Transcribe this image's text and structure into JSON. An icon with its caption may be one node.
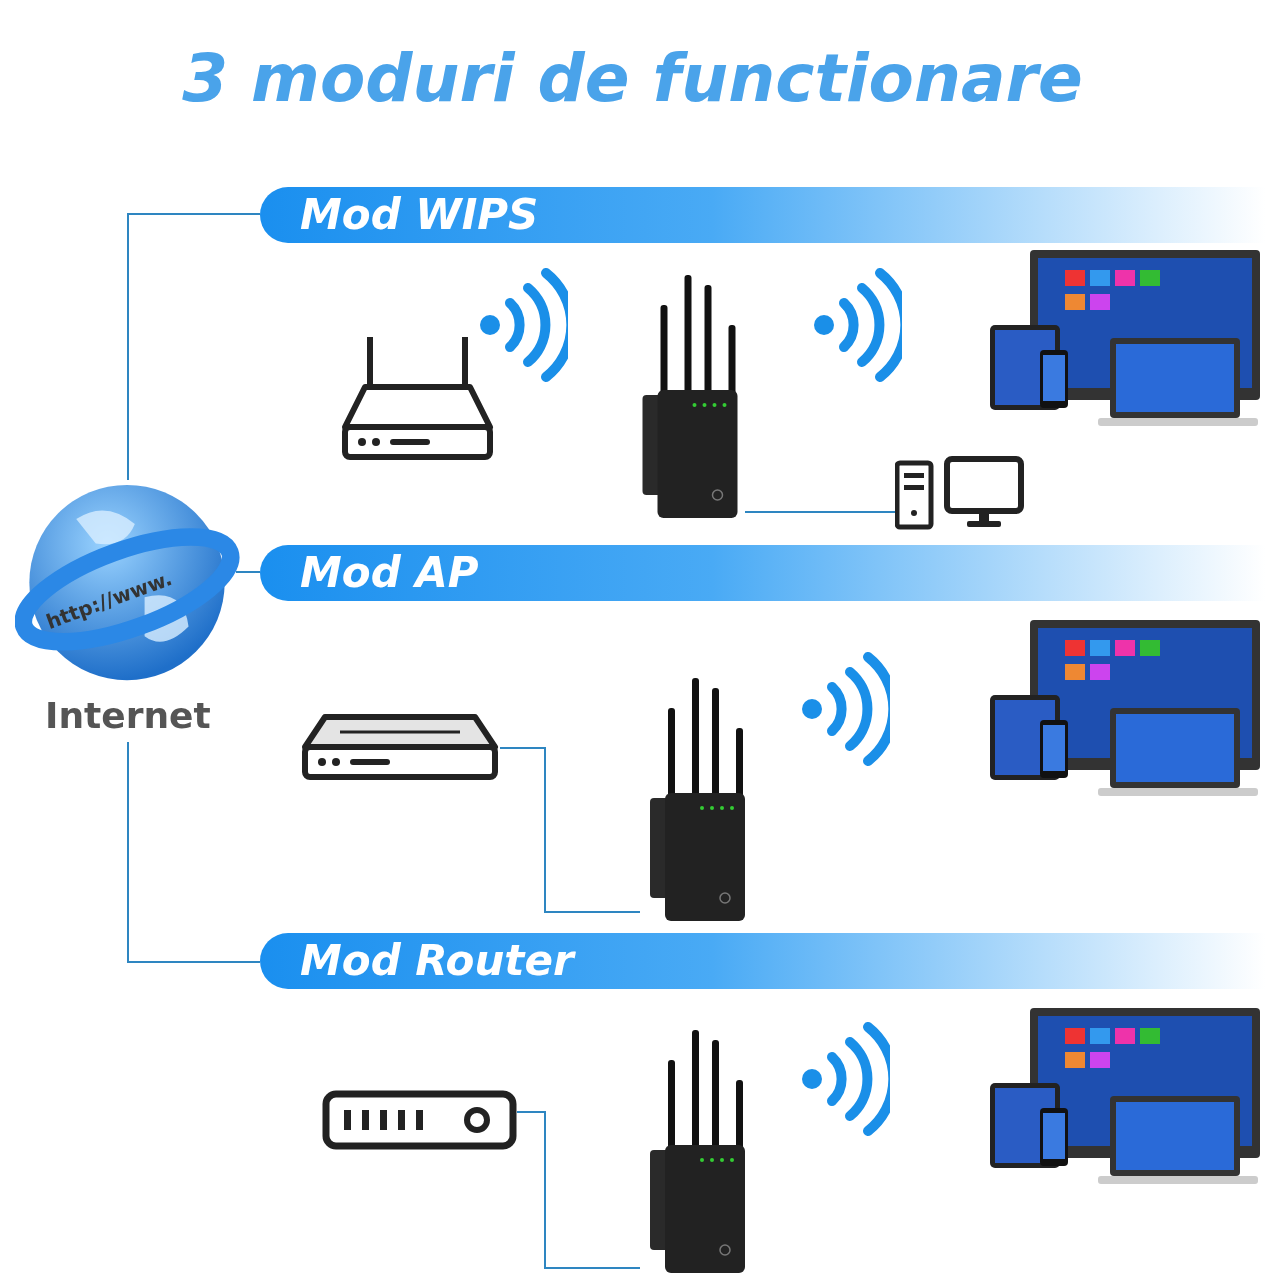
{
  "diagram": {
    "title": "3 moduri de functionare",
    "nodes": [
      {
        "text": [
          "http://www.",
          "Internet"
        ]
      },
      {
        "text": [
          "Mod WIPS"
        ]
      },
      {
        "text": [],
        "shape": "picture"
      },
      {
        "text": [],
        "shape": "picture"
      },
      {
        "text": [],
        "shape": "picture"
      },
      {
        "text": [],
        "shape": "picture"
      },
      {
        "text": [
          "Mod AP"
        ]
      },
      {
        "text": [],
        "shape": "picture"
      },
      {
        "text": [],
        "shape": "picture"
      },
      {
        "text": [],
        "shape": "picture"
      },
      {
        "text": [
          "Mod Router"
        ]
      },
      {
        "text": [],
        "shape": "picture"
      },
      {
        "text": [],
        "shape": "picture"
      },
      {
        "text": [],
        "shape": "picture"
      }
    ],
    "edges": [
      {
        "from": 0,
        "to": 1,
        "arrow": "none"
      },
      {
        "from": 0,
        "to": 6,
        "arrow": "none"
      },
      {
        "from": 0,
        "to": 10,
        "arrow": "none"
      },
      {
        "from": 3,
        "to": 5,
        "arrow": "none"
      },
      {
        "from": 7,
        "to": 8,
        "arrow": "none"
      },
      {
        "from": 11,
        "to": 12,
        "arrow": "none"
      }
    ]
  }
}
